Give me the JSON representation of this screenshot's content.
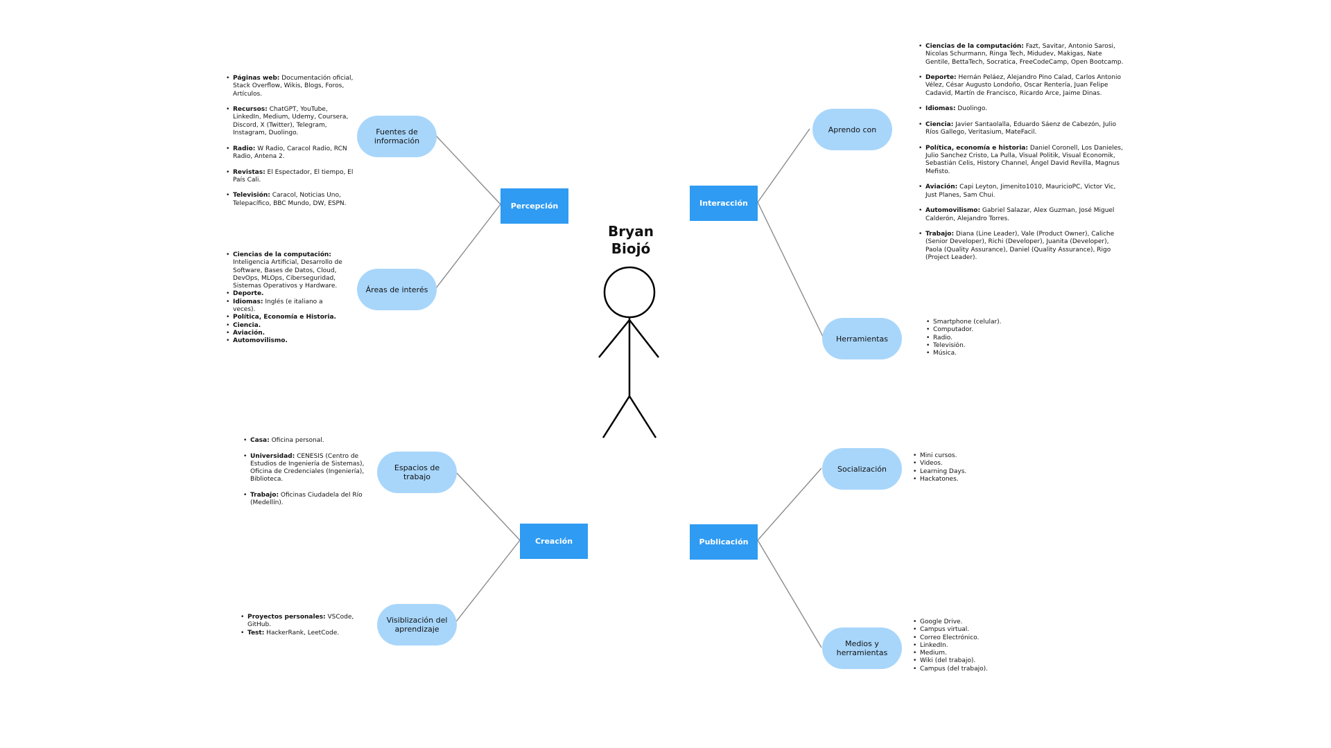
{
  "center": {
    "name_line1": "Bryan",
    "name_line2": "Biojó"
  },
  "categories": {
    "percepcion": "Percepción",
    "interaccion": "Interacción",
    "creacion": "Creación",
    "publicacion": "Publicación"
  },
  "subtopics": {
    "fuentes": "Fuentes de información",
    "areas": "Áreas de interés",
    "aprendo": "Aprendo con",
    "herramientas": "Herramientas",
    "espacios": "Espacios de trabajo",
    "visibilizacion": "Visiblización del aprendizaje",
    "socializacion": "Socialización",
    "medios": "Medios y herramientas"
  },
  "lists": {
    "fuentes": [
      {
        "label": "Páginas web:",
        "text": " Documentación oficial, Stack Overflow, Wikis, Blogs, Foros, Artículos."
      },
      {
        "label": "Recursos:",
        "text": " ChatGPT, YouTube, LinkedIn, Medium, Udemy, Coursera, Discord, X (Twitter), Telegram, Instagram, Duolingo."
      },
      {
        "label": "Radio:",
        "text": " W Radio, Caracol Radio, RCN Radio, Antena 2."
      },
      {
        "label": "Revistas:",
        "text": " El Espectador, El tiempo, El País Cali."
      },
      {
        "label": "Televisión:",
        "text": " Caracol, Noticias Uno, Telepacífico, BBC Mundo, DW, ESPN."
      }
    ],
    "areas": [
      {
        "label": "Ciencias de la computación:",
        "text": " Inteligencia Artificial, Desarrollo de Software, Bases de Datos, Cloud, DevOps, MLOps, Ciberseguridad, Sistemas Operativos y Hardware."
      },
      {
        "label": "Deporte.",
        "text": ""
      },
      {
        "label": "Idiomas:",
        "text": " Inglés (e italiano a veces)."
      },
      {
        "label": "Política, Economía e Historia.",
        "text": ""
      },
      {
        "label": "Ciencia.",
        "text": ""
      },
      {
        "label": "Aviación.",
        "text": ""
      },
      {
        "label": "Automovilismo.",
        "text": ""
      }
    ],
    "aprendo": [
      {
        "label": "Ciencias de la computación:",
        "text": " Fazt, Savitar, Antonio Sarosi, Nicolas Schurmann, Ringa Tech, Midudev, Makigas, Nate Gentile, BettaTech, Socratica, FreeCodeCamp, Open Bootcamp."
      },
      {
        "label": "Deporte:",
        "text": " Hernán Peláez, Alejandro Pino Calad, Carlos Antonio Vélez, César Augusto Londoño, Oscar Rentería, Juan Felipe Cadavid, Martín de Francisco, Ricardo Arce, Jaime Dinas."
      },
      {
        "label": "Idiomas:",
        "text": " Duolingo."
      },
      {
        "label": "Ciencia:",
        "text": " Javier Santaolalla, Eduardo Sáenz de Cabezón, Julio Ríos Gallego, Veritasium, MateFacil."
      },
      {
        "label": "Política, economía e historia:",
        "text": " Daniel Coronell, Los Danieles, Julio Sanchez Cristo, La Pulla, Visual Politik, Visual Economik, Sebastián Celis, History Channel, Ángel David Revilla, Magnus Mefisto."
      },
      {
        "label": "Aviación:",
        "text": " Capi Leyton, Jimenito1010, MauricioPC, Victor Vic, Just Planes, Sam Chui."
      },
      {
        "label": "Automovilismo:",
        "text": " Gabriel Salazar, Alex Guzman, José Miguel Calderón, Alejandro Torres."
      },
      {
        "label": "Trabajo:",
        "text": " Diana (Line Leader), Vale (Product Owner), Caliche (Senior Developer), Richi (Developer), Juanita (Developer), Paola (Quality Assurance), Daniel (Quality Assurance), Rigo (Project Leader)."
      }
    ],
    "herramientas": [
      "Smartphone (celular).",
      "Computador.",
      "Radio.",
      "Televisión.",
      "Música."
    ],
    "espacios": [
      {
        "label": "Casa:",
        "text": " Oficina personal."
      },
      {
        "label": "Universidad:",
        "text": " CENESIS (Centro de Estudios de Ingeniería de Sistemas), Oficina de Credenciales (Ingeniería), Biblioteca."
      },
      {
        "label": "Trabajo:",
        "text": " Oficinas Ciudadela del Río (Medellín)."
      }
    ],
    "visibilizacion": [
      {
        "label": "Proyectos personales:",
        "text": " VSCode, GitHub."
      },
      {
        "label": "Test:",
        "text": " HackerRank, LeetCode."
      }
    ],
    "socializacion": [
      "Mini cursos.",
      "Videos.",
      "Learning Days.",
      "Hackatones."
    ],
    "medios": [
      "Google Drive.",
      "Campus virtual.",
      "Correo Electrónico.",
      "LinkedIn.",
      "Medium.",
      "Wiki (del trabajo).",
      "Campus (del trabajo)."
    ]
  },
  "colors": {
    "category_bg": "#2f9bf2",
    "subtopic_bg": "#a8d6fb",
    "connector": "#8a8a8a"
  }
}
